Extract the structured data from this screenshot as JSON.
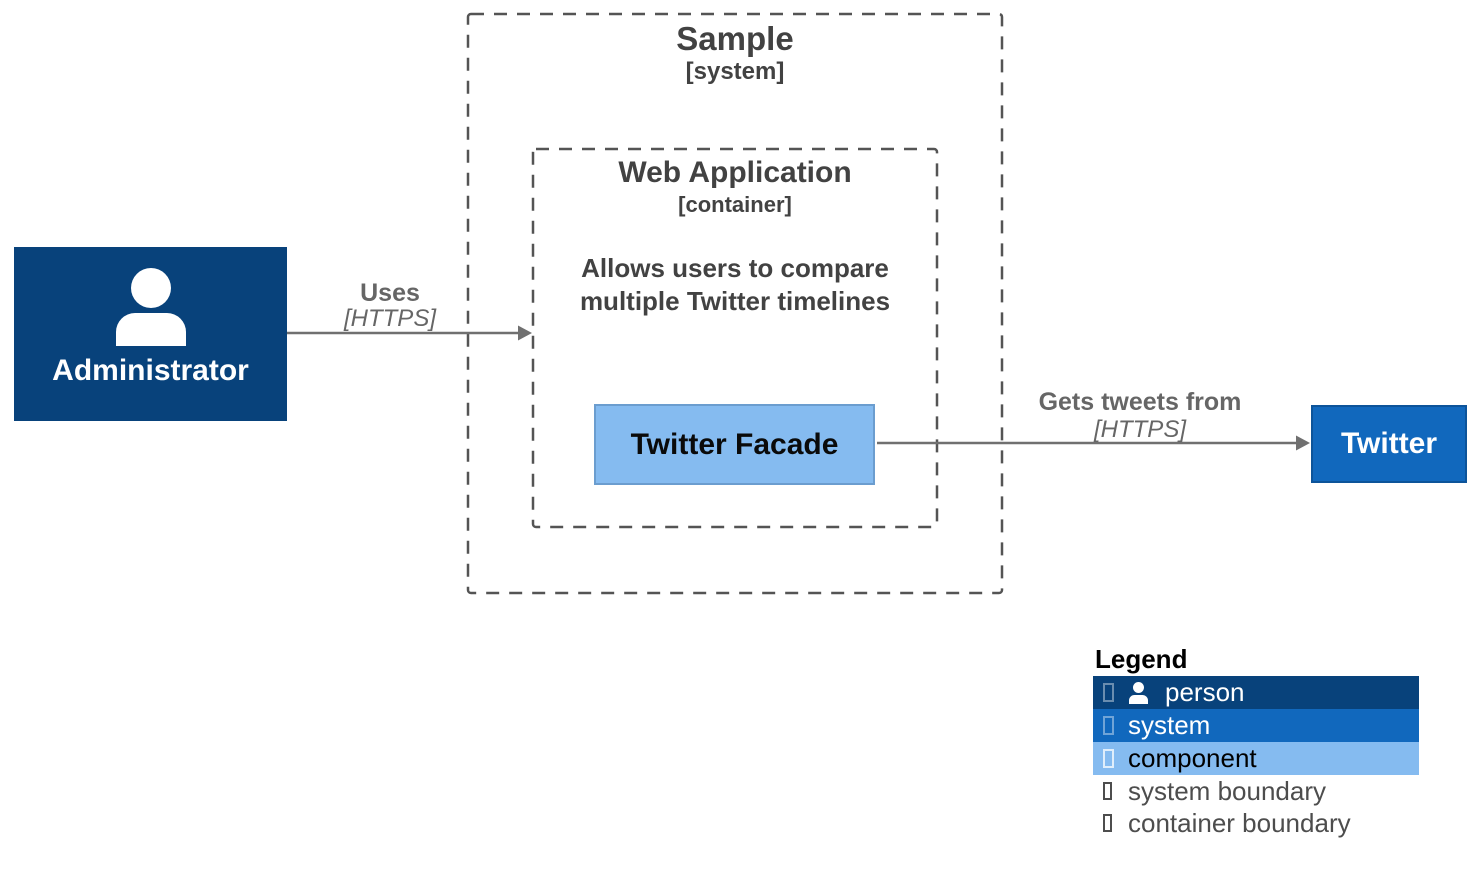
{
  "diagram": {
    "person": {
      "label": "Administrator"
    },
    "system_boundary": {
      "title": "Sample",
      "subtitle": "[system]"
    },
    "container_boundary": {
      "title": "Web Application",
      "subtitle": "[container]",
      "description_line1": "Allows users to compare",
      "description_line2": "multiple Twitter timelines"
    },
    "component": {
      "label": "Twitter Facade"
    },
    "external_system": {
      "label": "Twitter"
    },
    "relationships": [
      {
        "label": "Uses",
        "technology": "[HTTPS]"
      },
      {
        "label": "Gets tweets from",
        "technology": "[HTTPS]"
      }
    ]
  },
  "legend": {
    "title": "Legend",
    "items": [
      {
        "label": "person",
        "color": "#08427b",
        "text_color": "#ffffff"
      },
      {
        "label": "system",
        "color": "#1168bd",
        "text_color": "#ffffff"
      },
      {
        "label": "component",
        "color": "#85bbf0",
        "text_color": "#000000"
      },
      {
        "label": "system boundary"
      },
      {
        "label": "container boundary"
      }
    ]
  },
  "colors": {
    "person": "#08427b",
    "system": "#1168bd",
    "component": "#85bbf0",
    "boundary_stroke": "#545454",
    "relationship": "#707070",
    "boundary_text": "#424242",
    "relationship_text": "#666666"
  }
}
